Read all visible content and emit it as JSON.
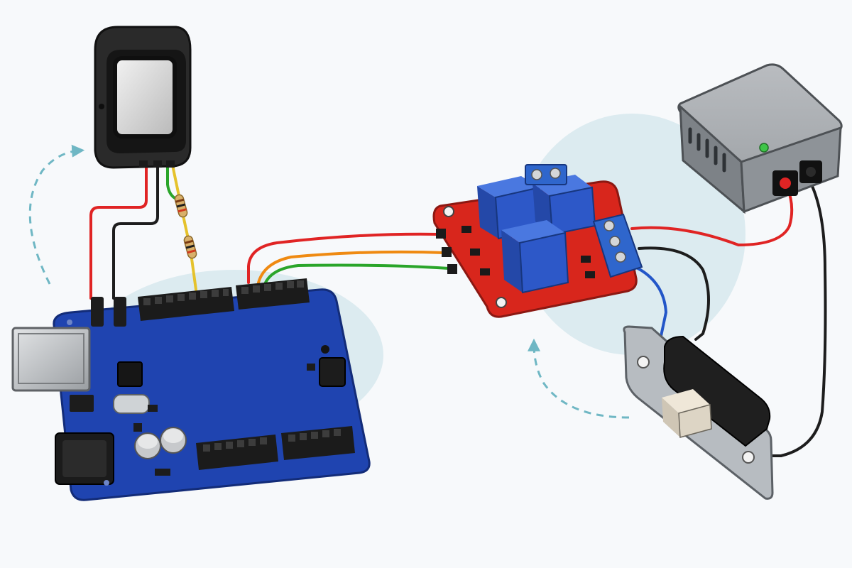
{
  "title": "",
  "colors": {
    "background": "#f7f9fb",
    "halo": "#dcebf0",
    "arduino_board": "#1f44b0",
    "relay_board": "#d8261c",
    "relay_cube": "#2d58c8",
    "terminal_block": "#2f66cc",
    "sensor_body": "#2a2a2a",
    "power_supply": "#9a9ea3",
    "power_led": "#3ec548",
    "lock_plate": "#b7bcc1",
    "wire_red": "#e02424",
    "wire_black": "#1d1d1d",
    "wire_green": "#2aa52a",
    "wire_orange": "#ef8a12",
    "wire_blue": "#2356c8",
    "wire_yellow": "#e5c22c",
    "flow_arrow": "#6fb7c4"
  },
  "components": [
    {
      "id": "fingerprint-sensor",
      "icon": "fingerprint-sensor-icon"
    },
    {
      "id": "arduino-uno",
      "icon": "arduino-board-icon"
    },
    {
      "id": "relay-module",
      "icon": "relay-module-icon",
      "relays": 3
    },
    {
      "id": "power-supply",
      "icon": "power-adapter-icon"
    },
    {
      "id": "solenoid-lock",
      "icon": "door-lock-icon"
    }
  ],
  "connections": [
    {
      "from": "fingerprint-sensor",
      "to": "arduino-uno",
      "colors": [
        "red",
        "black",
        "green",
        "yellow"
      ]
    },
    {
      "from": "arduino-uno",
      "to": "relay-module",
      "colors": [
        "red",
        "orange",
        "green"
      ]
    },
    {
      "from": "power-supply",
      "to": "relay-module",
      "colors": [
        "red"
      ]
    },
    {
      "from": "relay-module",
      "to": "solenoid-lock",
      "colors": [
        "blue",
        "black"
      ]
    },
    {
      "from": "power-supply",
      "to": "solenoid-lock",
      "colors": [
        "black"
      ]
    }
  ],
  "flow_arrows": [
    {
      "from": "arduino-uno",
      "to": "fingerprint-sensor",
      "style": "dashed"
    },
    {
      "from": "solenoid-lock",
      "to": "relay-module",
      "style": "dashed"
    }
  ]
}
